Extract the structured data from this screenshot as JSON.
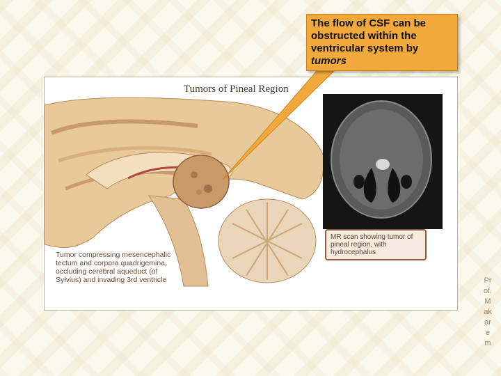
{
  "callout": {
    "text_main": "The flow of CSF can be obstructed within the ventricular system by",
    "text_emph": "tumors"
  },
  "figure": {
    "title": "Tumors of Pineal Region",
    "tumor_caption": "Tumor compressing mesencephalic tectum and corpora quadrigemina, occluding cerebral aqueduct (of Sylvius) and invading 3rd ventricle",
    "mr_caption": "MR scan showing tumor of pineal region, with hydrocephalus"
  },
  "author": {
    "vertical_text": "Pr\nof.\nM\nak\nar\ne\nm"
  }
}
